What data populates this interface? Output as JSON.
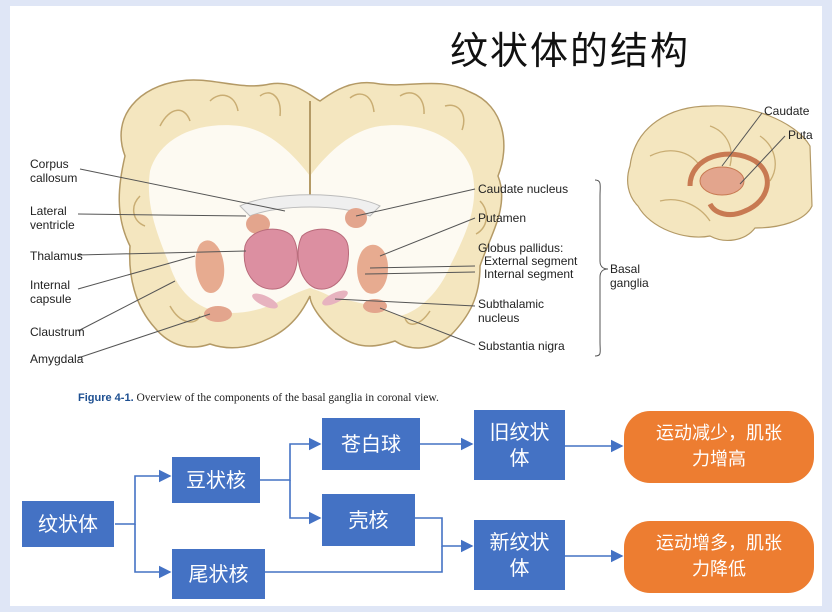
{
  "slide_title": "纹状体的结构",
  "figure": {
    "left_labels": {
      "corpus_callosum": "Corpus\ncallosum",
      "lateral_ventricle": "Lateral\nventricle",
      "thalamus": "Thalamus",
      "internal_capsule": "Internal\ncapsule",
      "claustrum": "Claustrum",
      "amygdala": "Amygdala"
    },
    "right_labels": {
      "caudate_nucleus": "Caudate nucleus",
      "putamen": "Putamen",
      "globus_pallidus": "Globus pallidus:",
      "external_segment": "External segment",
      "internal_segment": "Internal segment",
      "subthalamic_nucleus": "Subthalamic\nnucleus",
      "substantia_nigra": "Substantia nigra",
      "basal_ganglia": "Basal\nganglia"
    },
    "inset_labels": {
      "caudate": "Caudate",
      "putamen": "Puta"
    },
    "caption_label": "Figure 4-1.",
    "caption_text": " Overview of the components of the basal ganglia in coronal view."
  },
  "flowchart": {
    "striatum": "纹状体",
    "lentiform_nucleus": "豆状核",
    "caudate_nucleus": "尾状核",
    "globus_pallidus": "苍白球",
    "putamen": "壳核",
    "paleostriatum": "旧纹状\n体",
    "neostriatum": "新纹状\n体",
    "paleo_effect": "运动减少，肌张\n力增高",
    "neo_effect": "运动增多，肌张\n力降低"
  },
  "colors": {
    "box_blue": "#4472c4",
    "pill_orange": "#ed7d31",
    "background": "#dfe6f6"
  }
}
